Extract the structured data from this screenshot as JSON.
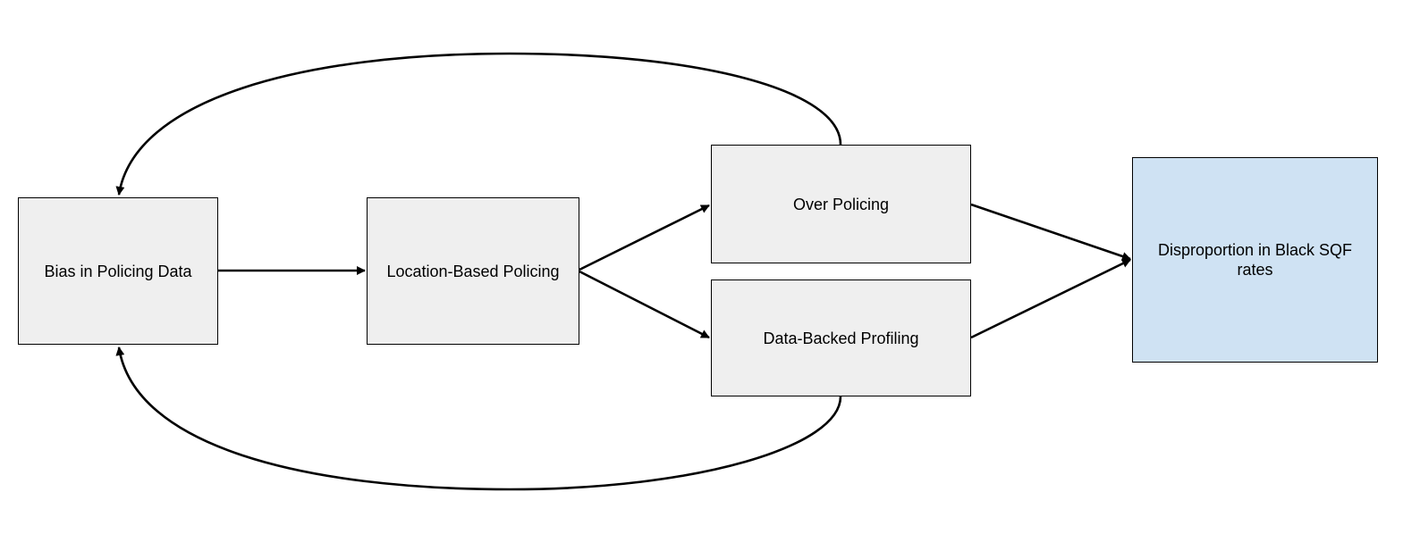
{
  "diagram": {
    "nodes": [
      {
        "id": "bias",
        "label": "Bias in Policing Data",
        "fill": "#efefef"
      },
      {
        "id": "location",
        "label": "Location-Based Policing",
        "fill": "#efefef"
      },
      {
        "id": "over",
        "label": "Over Policing",
        "fill": "#efefef"
      },
      {
        "id": "profiling",
        "label": "Data-Backed Profiling",
        "fill": "#efefef"
      },
      {
        "id": "outcome",
        "label": "Disproportion in Black SQF rates",
        "fill": "#cfe2f3"
      }
    ],
    "edges": [
      {
        "from": "bias",
        "to": "location"
      },
      {
        "from": "location",
        "to": "over"
      },
      {
        "from": "location",
        "to": "profiling"
      },
      {
        "from": "over",
        "to": "outcome"
      },
      {
        "from": "profiling",
        "to": "outcome"
      },
      {
        "from": "over",
        "to": "bias"
      },
      {
        "from": "profiling",
        "to": "bias"
      }
    ]
  }
}
